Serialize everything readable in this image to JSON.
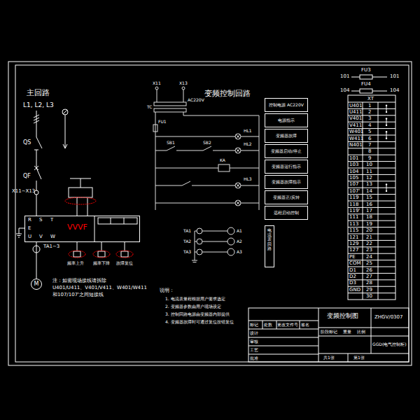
{
  "diagram": {
    "title": "变频控制回路",
    "nodes": [
      {
        "text": [
          "R",
          "S",
          "T",
          "E",
          "VVVF",
          "U",
          "V",
          "W"
        ]
      },
      {
        "text": [
          "M"
        ]
      },
      {
        "text": [
          "控制电源 AC220V"
        ]
      },
      {
        "text": [
          "电源指示"
        ]
      },
      {
        "text": [
          "变频器故障"
        ]
      },
      {
        "text": [
          "变频器启动/停止"
        ]
      },
      {
        "text": [
          "变频器运行指示"
        ]
      },
      {
        "text": [
          "变频器故障指示"
        ]
      },
      {
        "text": [
          "变频器正/反转"
        ]
      },
      {
        "text": [
          "远程启动控制"
        ]
      },
      {
        "text": [
          "电流表回路"
        ]
      }
    ],
    "edges": [
      {
        "from": 0,
        "to": 1,
        "arrow": "none"
      }
    ],
    "labels": [
      "主回路",
      "L1, L2, L3",
      "QS",
      "QF",
      "X11~X13",
      "TA1~3",
      "频率上升",
      "频率下降",
      "故障复位",
      "注：如需现场接线请拆除",
      "U401/U411、V401/V411、W401/W411",
      "和107/107'之间短接线",
      "X11",
      "X13",
      "TC",
      "AC220V",
      "FU1",
      "SB1",
      "SB2",
      "KA",
      "HL1",
      "HL2",
      "HL3",
      "TA1",
      "TA2",
      "TA3",
      "A1",
      "A2",
      "A3",
      "说明：",
      "1. 电流表量程根据用户要求选定",
      "2. 变频器参数由用户现场设定",
      "3. 控制回路电源由变频器内部提供",
      "4. 变频器故障时可通过复位按钮复位",
      "FU3",
      "101",
      "101",
      "FU4",
      "104",
      "104",
      "XT",
      "U401",
      "1",
      "U411",
      "2",
      "V401",
      "3",
      "V411",
      "4",
      "W401",
      "5",
      "W411",
      "6",
      "N401",
      "7",
      "8",
      "101",
      "9",
      "103",
      "10",
      "104",
      "11",
      "105",
      "12",
      "107",
      "13",
      "107'",
      "14",
      "119",
      "15",
      "118",
      "16",
      "119'",
      "17",
      "111",
      "18",
      "113",
      "19",
      "115",
      "20",
      "121",
      "21",
      "129",
      "22",
      "127",
      "23",
      "PE",
      "24",
      "COM",
      "25",
      "D1",
      "26",
      "D2",
      "27",
      "D3",
      "28",
      "GND",
      "29",
      "30",
      "变频控制图",
      "ZHGV/0307",
      "GGD(电气控制柜)",
      "标记",
      "处数",
      "更改文件号",
      "签名",
      "设计",
      "审核",
      "工艺",
      "批准",
      "阶段标记",
      "重量",
      "比例",
      "共1张",
      "第1张"
    ]
  }
}
